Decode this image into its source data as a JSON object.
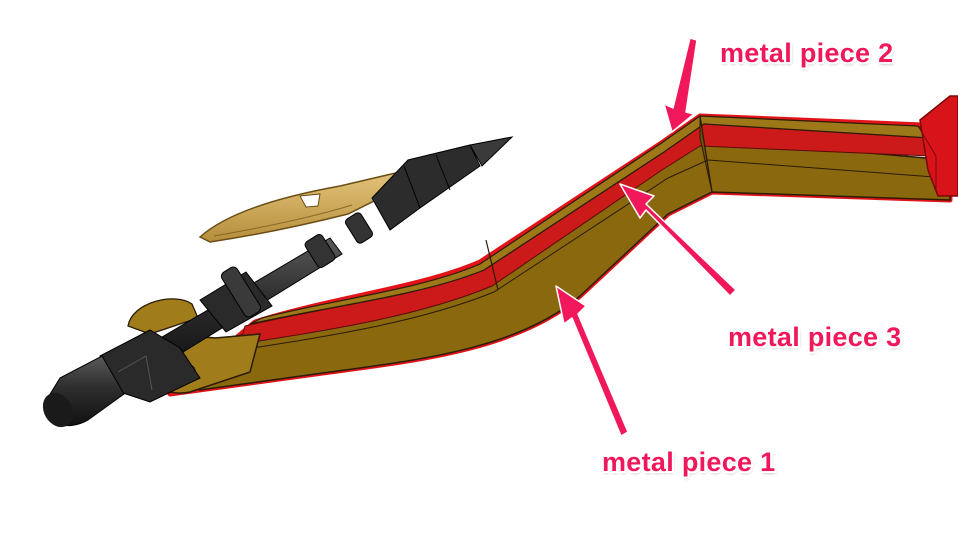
{
  "colors": {
    "annotation": "#f0185a",
    "metal_brass": "#8c6a10",
    "metal_brass_light": "#a07c1a",
    "metal_red": "#d2161c",
    "tip_tan": "#c8a558",
    "tip_dark": "#2a2a2a"
  },
  "labels": {
    "piece_1": "metal piece 1",
    "piece_2": "metal piece 2",
    "piece_3": "metal piece 3"
  },
  "icons": {
    "pointer": "arrow-pointer-icon",
    "nozzle": "nozzle-tip-icon",
    "plate": "tan-plate-icon"
  }
}
